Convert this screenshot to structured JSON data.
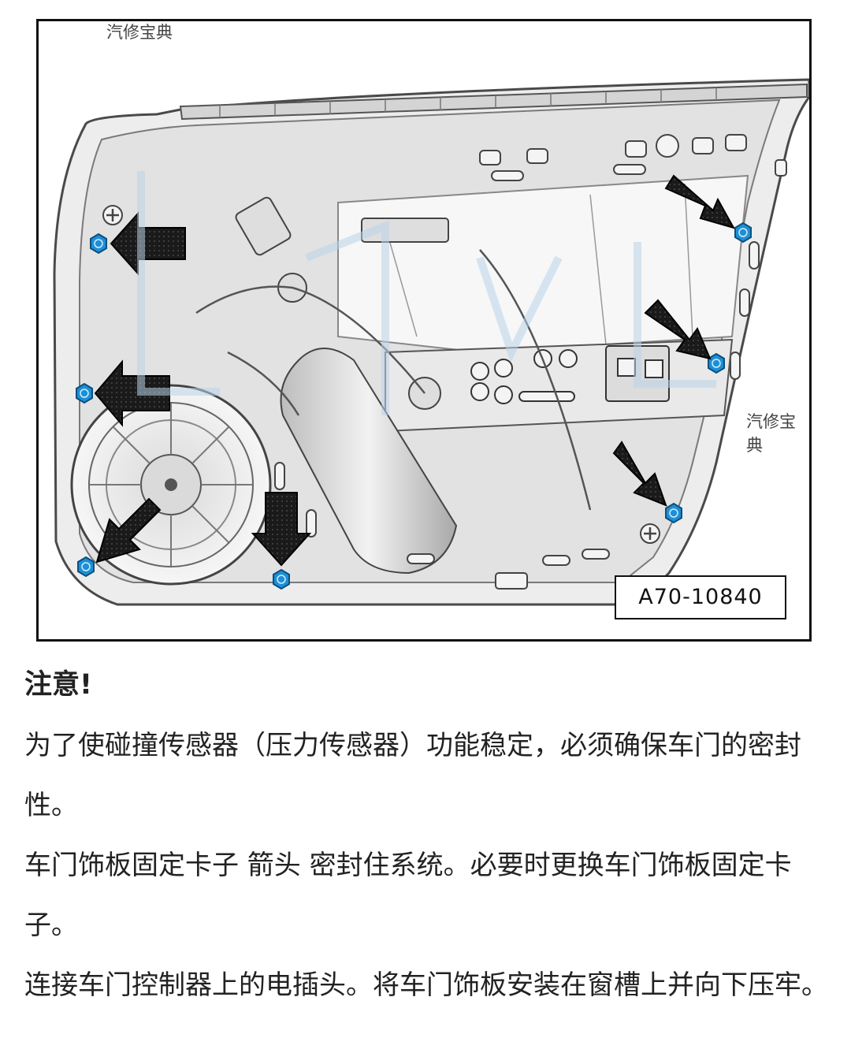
{
  "figure": {
    "watermark_label": "汽修宝典",
    "figure_id": "A70-10840"
  },
  "text": {
    "note_title": "注意!",
    "paragraphs": [
      "为了使碰撞传感器（压力传感器）功能稳定，必须确保车门的密封性。",
      "车门饰板固定卡子 箭头 密封住系统。必要时更换车门饰板固定卡子。",
      "连接车门控制器上的电插头。将车门饰板安装在窗槽上并向下压牢。"
    ]
  },
  "colors": {
    "clip_blue": "#1e8fd6",
    "arrow_black": "#141414",
    "line_gray": "#6e6e6e",
    "panel_fill": "#e6e6e6"
  }
}
